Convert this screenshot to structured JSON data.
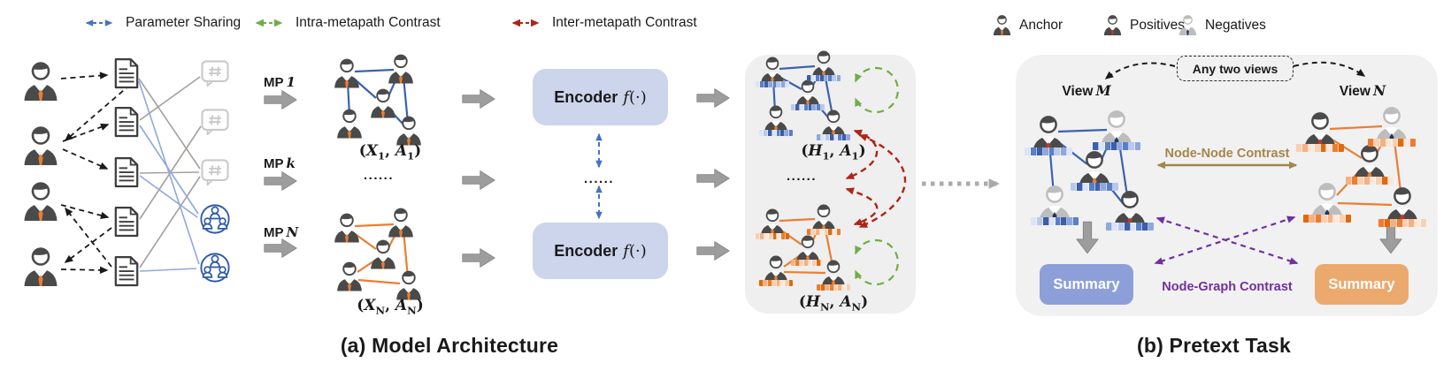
{
  "figure": {
    "caption_a": "(a) Model Architecture",
    "caption_b": "(b) Pretext Task"
  },
  "legend_a": {
    "items": [
      {
        "label": "Parameter Sharing",
        "color_key": "blue"
      },
      {
        "label": "Intra-metapath Contrast",
        "color_key": "green"
      },
      {
        "label": "Inter-metapath Contrast",
        "color_key": "red"
      }
    ]
  },
  "legend_b": {
    "items": [
      {
        "label": "Anchor",
        "role": "anchor"
      },
      {
        "label": "Positives",
        "role": "positive"
      },
      {
        "label": "Negatives",
        "role": "negative"
      }
    ]
  },
  "panel_a": {
    "mp_rows": [
      {
        "prefix": "MP",
        "var": "1"
      },
      {
        "prefix": "MP",
        "var": "k"
      },
      {
        "prefix": "MP",
        "var": "N"
      }
    ],
    "dots": "......",
    "encoders": [
      {
        "name": "Encoder",
        "fn": "f",
        "args": "(·)"
      },
      {
        "name": "Encoder",
        "fn": "f",
        "args": "(·)"
      }
    ],
    "x1": {
      "open": "(",
      "b1": "X",
      "s1": "1",
      "sep": ", ",
      "b2": "A",
      "s2": "1",
      "close": ")"
    },
    "xn": {
      "open": "(",
      "b1": "X",
      "s1": "N",
      "sep": ", ",
      "b2": "A",
      "s2": "N",
      "close": ")"
    },
    "h1": {
      "open": "(",
      "b1": "H",
      "s1": "1",
      "sep": ", ",
      "b2": "A",
      "s2": "1",
      "close": ")"
    },
    "hn": {
      "open": "(",
      "b1": "H",
      "s1": "N",
      "sep": ", ",
      "b2": "A",
      "s2": "N",
      "close": ")"
    }
  },
  "panel_b": {
    "any_two_views": "Any two views",
    "view_m": {
      "prefix": "View",
      "var": "M"
    },
    "view_n": {
      "prefix": "View",
      "var": "N"
    },
    "node_node_contrast": "Node-Node Contrast",
    "node_graph_contrast": "Node-Graph Contrast",
    "summary_left": "Summary",
    "summary_right": "Summary"
  },
  "colors": {
    "blue": "#4472C4",
    "green": "#70AD47",
    "red": "#B02418",
    "edge_blue": "#3A62AE",
    "edge_orange": "#ED7D31",
    "lightblue_line": "#8FA8DC",
    "gray_line": "#A6A09C",
    "encoder_fill": "#CDD5EC",
    "hbox_fill": "#EFEFEF",
    "panel_fill": "#F1F1F2",
    "summary_blue": "#8C9FD8",
    "summary_orange": "#ECA96E",
    "tan": "#A4874B",
    "purple": "#7030A0",
    "block_arrow": "#9D9D9D"
  },
  "person_colors": {
    "anchor": {
      "body": "#4A4A4A",
      "tie": "#ED7D31"
    },
    "positive": {
      "body": "#4A4A4A",
      "tie": "#C0392B"
    },
    "negative": {
      "body": "#BDBDBD",
      "tie": "#1F3864"
    }
  },
  "embedding": {
    "blue": [
      "#DCE4F5",
      "#B9C9EA",
      "#8FA8DC",
      "#5B7FC7",
      "#3C5FA8"
    ],
    "orange": [
      "#FBE8DA",
      "#F8D0B3",
      "#F4B183",
      "#ED7D31",
      "#E0690F"
    ]
  }
}
